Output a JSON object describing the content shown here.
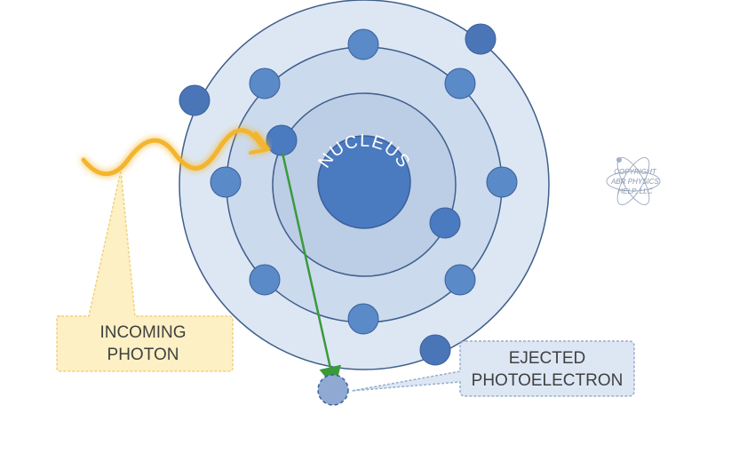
{
  "labels": {
    "nucleus": "NUCLEUS",
    "incoming_photon": [
      "INCOMING",
      "PHOTON"
    ],
    "ejected_photoelectron": [
      "EJECTED",
      "PHOTOELECTRON"
    ]
  },
  "watermark": {
    "icon": "atom-icon",
    "lines": [
      "COPYRIGHT",
      "ABR PHYSICS",
      "HELP, LLC"
    ]
  },
  "colors": {
    "outer_shell": "#dde7f4",
    "middle_shell": "#ccdaee",
    "inner_shell": "#bccde6",
    "nucleus": "#4a7ac0",
    "electron_outer": "#4a76b8",
    "electron_middle": "#5a8ac8",
    "electron_inner": "#4a7ac0",
    "ring_stroke": "#3f5f8a",
    "photon_wave": "#f3b52d",
    "photon_callout_fill": "#fdf0c4",
    "photon_callout_stroke": "#f0d07a",
    "electron_callout_fill": "#dde7f4",
    "electron_callout_stroke": "#97aecb",
    "ejection_arrow": "#3a9a3a",
    "ejected_electron": "#8fa9d2"
  }
}
